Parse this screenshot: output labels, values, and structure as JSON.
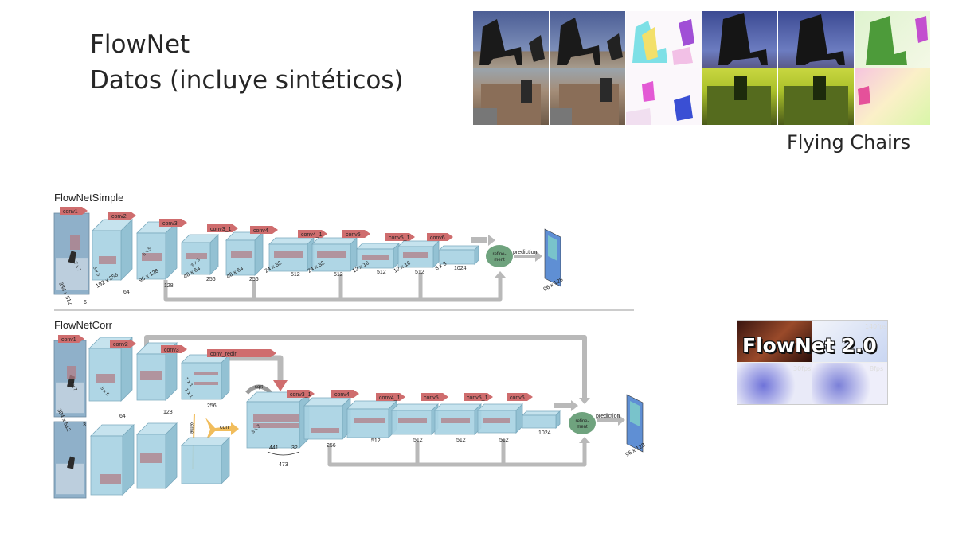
{
  "slide": {
    "title_line1": "FlowNet",
    "title_line2": "Datos (incluye sintéticos)",
    "caption": "Flying Chairs"
  },
  "flownet2": {
    "title": "FlowNet 2.0",
    "fps_labels": [
      "140fps",
      "30fps",
      "8fps"
    ]
  },
  "diagram": {
    "simple_title": "FlowNetSimple",
    "corr_title": "FlowNetCorr",
    "simple": {
      "layers": [
        "conv1",
        "conv2",
        "conv3",
        "conv3_1",
        "conv4",
        "conv4_1",
        "conv5",
        "conv5_1",
        "conv6"
      ],
      "kernels": [
        "7 x 7",
        "5 x 5",
        "5 x 5",
        "3 x 3"
      ],
      "input_size": "384 x 512",
      "input_channels": "6",
      "sizes": [
        "192 x 256",
        "96 x 128",
        "48 x 64",
        "48 x 64",
        "24 x 32",
        "24 x 32",
        "12 x 16",
        "12 x 16",
        "6 x 8"
      ],
      "channels": [
        "64",
        "128",
        "256",
        "256",
        "512",
        "512",
        "512",
        "512",
        "1024"
      ],
      "refinement": "refine-\nment",
      "prediction": "prediction",
      "output_size": "96 x 128"
    },
    "corr": {
      "layers_top": [
        "conv1",
        "conv2",
        "conv3"
      ],
      "conv_redir": "conv_redir",
      "layers_after": [
        "conv3_1",
        "conv4",
        "conv4_1",
        "conv5",
        "conv5_1",
        "conv6"
      ],
      "input_size": "384 x 512",
      "input_channels": "3",
      "kernels": [
        "7 x 7",
        "5 x 5"
      ],
      "redir_kernels": [
        "1 x 1",
        "1 x 1"
      ],
      "channels_top": [
        "64",
        "128",
        "256"
      ],
      "kernel_label": "kernel",
      "corr_label": "corr",
      "sqrt_label": "sqrt",
      "corr_box_kernel": "3 x 3",
      "corr_dims": [
        "441",
        "32"
      ],
      "corr_total": "473",
      "channels_after": [
        "256",
        "512",
        "512",
        "512",
        "512",
        "1024"
      ],
      "refinement": "refine-\nment",
      "prediction": "prediction",
      "output_size": "96 x 128"
    }
  },
  "colors": {
    "box_fill": "#a9d3e3",
    "box_stroke": "#7aa9bd",
    "layer_tag": "#cf6d6e",
    "connector": "#b9b9b9",
    "refinement": "#6fa37e",
    "corr_arrow": "#f1bd5c"
  }
}
